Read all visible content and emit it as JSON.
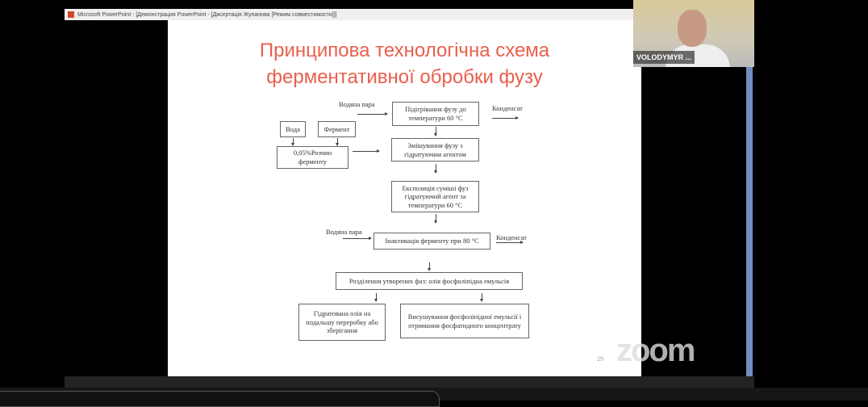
{
  "window": {
    "title": "Microsoft PowerPoint - [Демонстрация PowerPoint - [Дисертація Жупанова [Режим совместимости]]]"
  },
  "slide": {
    "title_line1": "Принципова технологічна схема",
    "title_line2": "ферментативної обробки фузу",
    "page_number": "29",
    "steam_label_1": "Водяна пара",
    "condensate_label_1": "Конденсат",
    "box_heating": "Підігрівання фузу до температури 60 °C",
    "box_water": "Вода",
    "box_enzyme": "Фермент",
    "box_solution": "0,05%Розчин ферменту",
    "box_mixing": "Змішування фузу з гідратуючим агентом",
    "box_exposure": "Експозиція суміші фуз гідратуючий агент за температури 60 °C",
    "steam_label_2": "Водяна пара",
    "box_inactivation": "Інактивація ферменту при  80 °C",
    "condensate_label_2": "Конденсат",
    "box_separation": "Розділення утворених фаз: олія фосфоліпідна емульсія",
    "box_oil": "Гідратована олія на подальшу переробку або зберігання",
    "box_drying": "Висушування фосфоліпідної емульсії і отримання фосфатидного концентрату"
  },
  "video": {
    "participant_name": "VOLODYMYR ..."
  },
  "watermark": "zoom"
}
